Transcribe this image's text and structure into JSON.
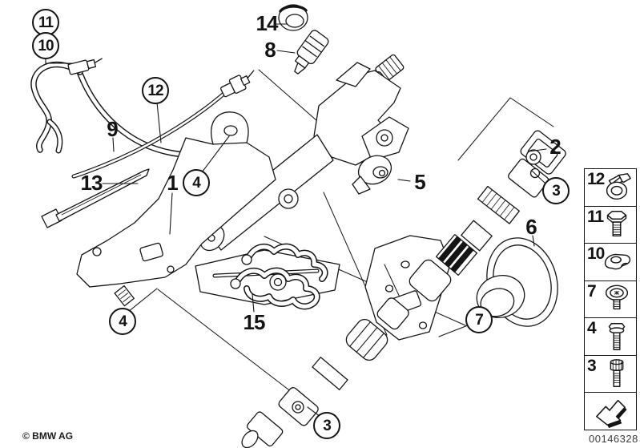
{
  "colors": {
    "line": "#141414",
    "background": "#ffffff",
    "footer_number": "#3c3c3c"
  },
  "callouts": [
    {
      "label": "11",
      "style": "circled"
    },
    {
      "label": "10",
      "style": "circled"
    },
    {
      "label": "12",
      "style": "circled"
    },
    {
      "label": "4",
      "style": "circled"
    },
    {
      "label": "3",
      "style": "circled"
    },
    {
      "label": "7",
      "style": "circled"
    },
    {
      "label": "4",
      "style": "circled"
    },
    {
      "label": "3",
      "style": "circled"
    },
    {
      "label": "14",
      "style": "plain"
    },
    {
      "label": "8",
      "style": "plain"
    },
    {
      "label": "9",
      "style": "plain"
    },
    {
      "label": "2",
      "style": "plain"
    },
    {
      "label": "13",
      "style": "plain"
    },
    {
      "label": "1",
      "style": "plain"
    },
    {
      "label": "5",
      "style": "plain"
    },
    {
      "label": "6",
      "style": "plain"
    },
    {
      "label": "15",
      "style": "plain"
    }
  ],
  "legend": {
    "items": [
      {
        "number": "12",
        "icon": "hose-clamp-icon"
      },
      {
        "number": "11",
        "icon": "hex-bolt-icon"
      },
      {
        "number": "10",
        "icon": "clamp-plate-icon"
      },
      {
        "number": "7",
        "icon": "torx-screw-icon"
      },
      {
        "number": "4",
        "icon": "flange-bolt-icon"
      },
      {
        "number": "3",
        "icon": "spline-bolt-icon"
      }
    ],
    "footer_icon": "direction-arrow-icon"
  },
  "footer": {
    "copyright": "© BMW AG",
    "image_number": "00146328"
  }
}
